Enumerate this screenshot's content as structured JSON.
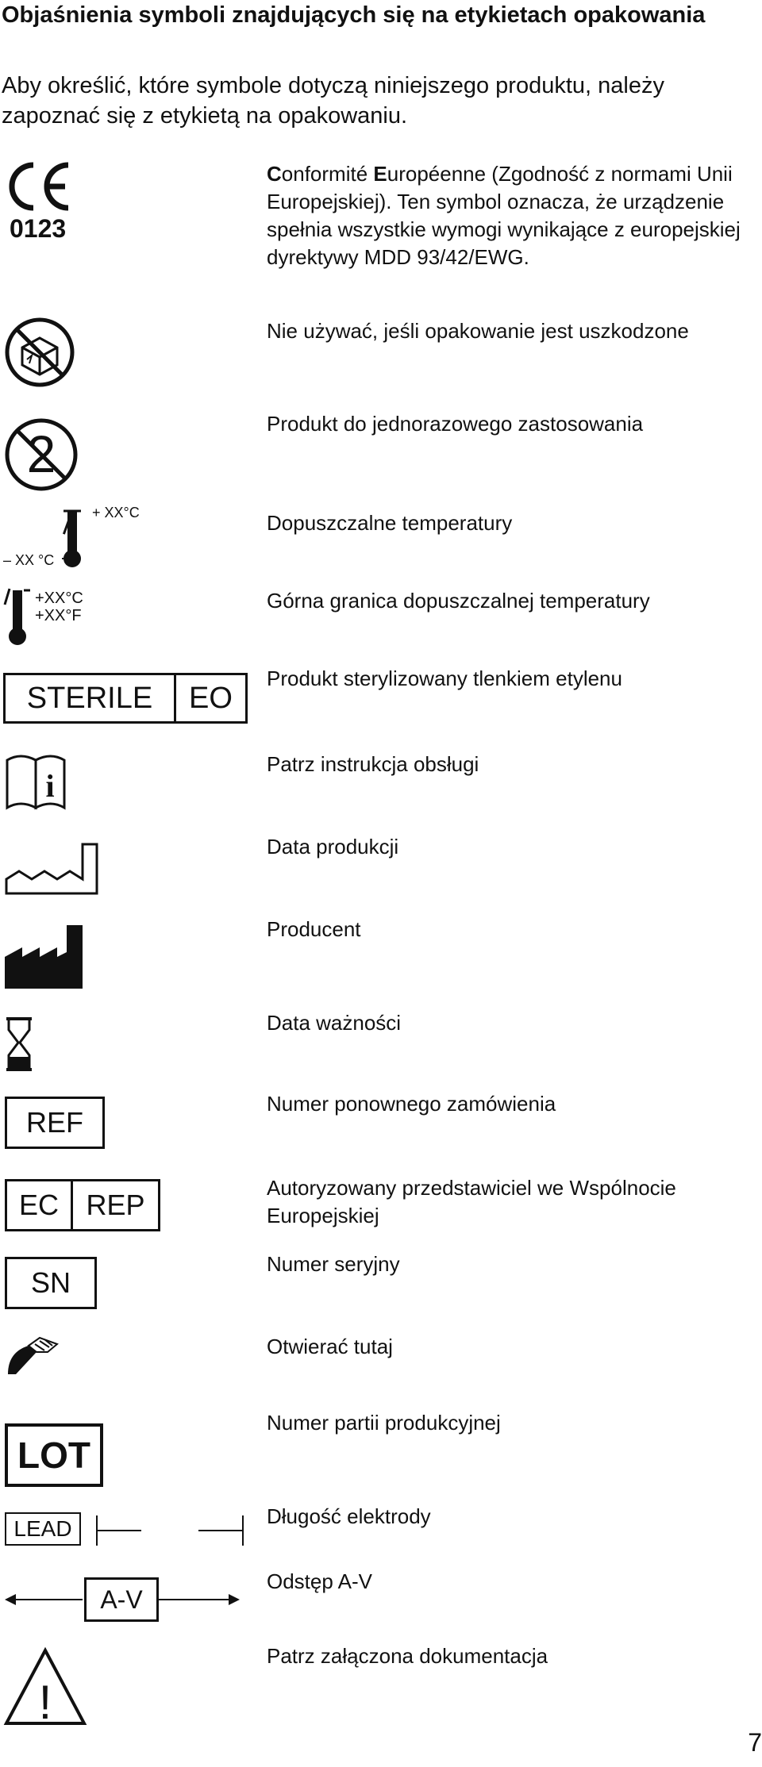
{
  "heading": "Objaśnienia symboli znajdujących się na etykietach opakowania",
  "intro": "Aby określić, które symbole dotyczą niniejszego produktu, należy zapoznać się z etykietą na opakowaniu.",
  "ce": {
    "mark": "CE",
    "number": "0123",
    "desc_b1": "C",
    "desc_t1": "onformité ",
    "desc_b2": "E",
    "desc_t2": "uropéenne (Zgodność z normami Unii Europejskiej). Ten symbol oznacza, że urządzenie spełnia wszystkie wymogi wynikające z europejskiej dyrektywy MDD 93/42/EWG."
  },
  "symbols": {
    "damaged": {
      "desc": "Nie używać, jeśli opakowanie jest uszkodzone"
    },
    "single_use": {
      "glyph": "2",
      "desc": "Produkt do jednorazowego zastosowania"
    },
    "temp_range": {
      "upper": "+ XX°C",
      "lower": "– XX °C",
      "desc": "Dopuszczalne temperatury"
    },
    "temp_upper": {
      "line1": "+XX°C",
      "line2": "+XX°F",
      "desc": "Górna granica dopuszczalnej temperatury"
    },
    "sterile": {
      "left": "STERILE",
      "right": "EO",
      "desc": "Produkt sterylizowany tlenkiem etylenu"
    },
    "ifu": {
      "glyph": "i",
      "desc": "Patrz instrukcja obsługi"
    },
    "mfg_date": {
      "desc": "Data produkcji"
    },
    "manufacturer": {
      "desc": "Producent"
    },
    "expiry": {
      "desc": "Data ważności"
    },
    "ref": {
      "label": "REF",
      "desc": "Numer ponownego zamówienia"
    },
    "ec_rep": {
      "left": "EC",
      "right": "REP",
      "desc": "Autoryzowany przedstawiciel we Wspólnocie Europejskiej"
    },
    "sn": {
      "label": "SN",
      "desc": "Numer seryjny"
    },
    "open_here": {
      "desc": "Otwierać tutaj"
    },
    "lot": {
      "label": "LOT",
      "desc": "Numer partii produkcyjnej"
    },
    "lead": {
      "label": "LEAD",
      "desc": "Długość elektrody"
    },
    "av": {
      "label": "A-V",
      "desc": "Odstęp A-V"
    },
    "caution": {
      "glyph": "!",
      "desc": "Patrz załączona dokumentacja"
    }
  },
  "page_number": "7"
}
